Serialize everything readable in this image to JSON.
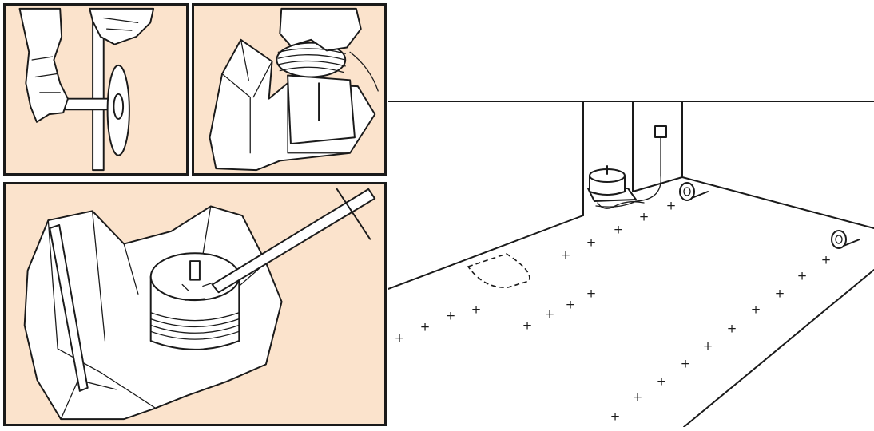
{
  "colors": {
    "panel_background": "#fbe3cc",
    "ink": "#1a1a1a",
    "paper": "#ffffff"
  },
  "panels": [
    {
      "subject": "hands mounting a reel onto an axle stand"
    },
    {
      "subject": "hands winding cable onto a reel set on an open box"
    },
    {
      "subject": "close-up of a cable reel resting on an opened cardboard box with an axle rod"
    }
  ],
  "room_scene": {
    "subject": "floor plan with cross markers, dashed footprint outline, cable reel near wall socket and two tape rolls"
  }
}
